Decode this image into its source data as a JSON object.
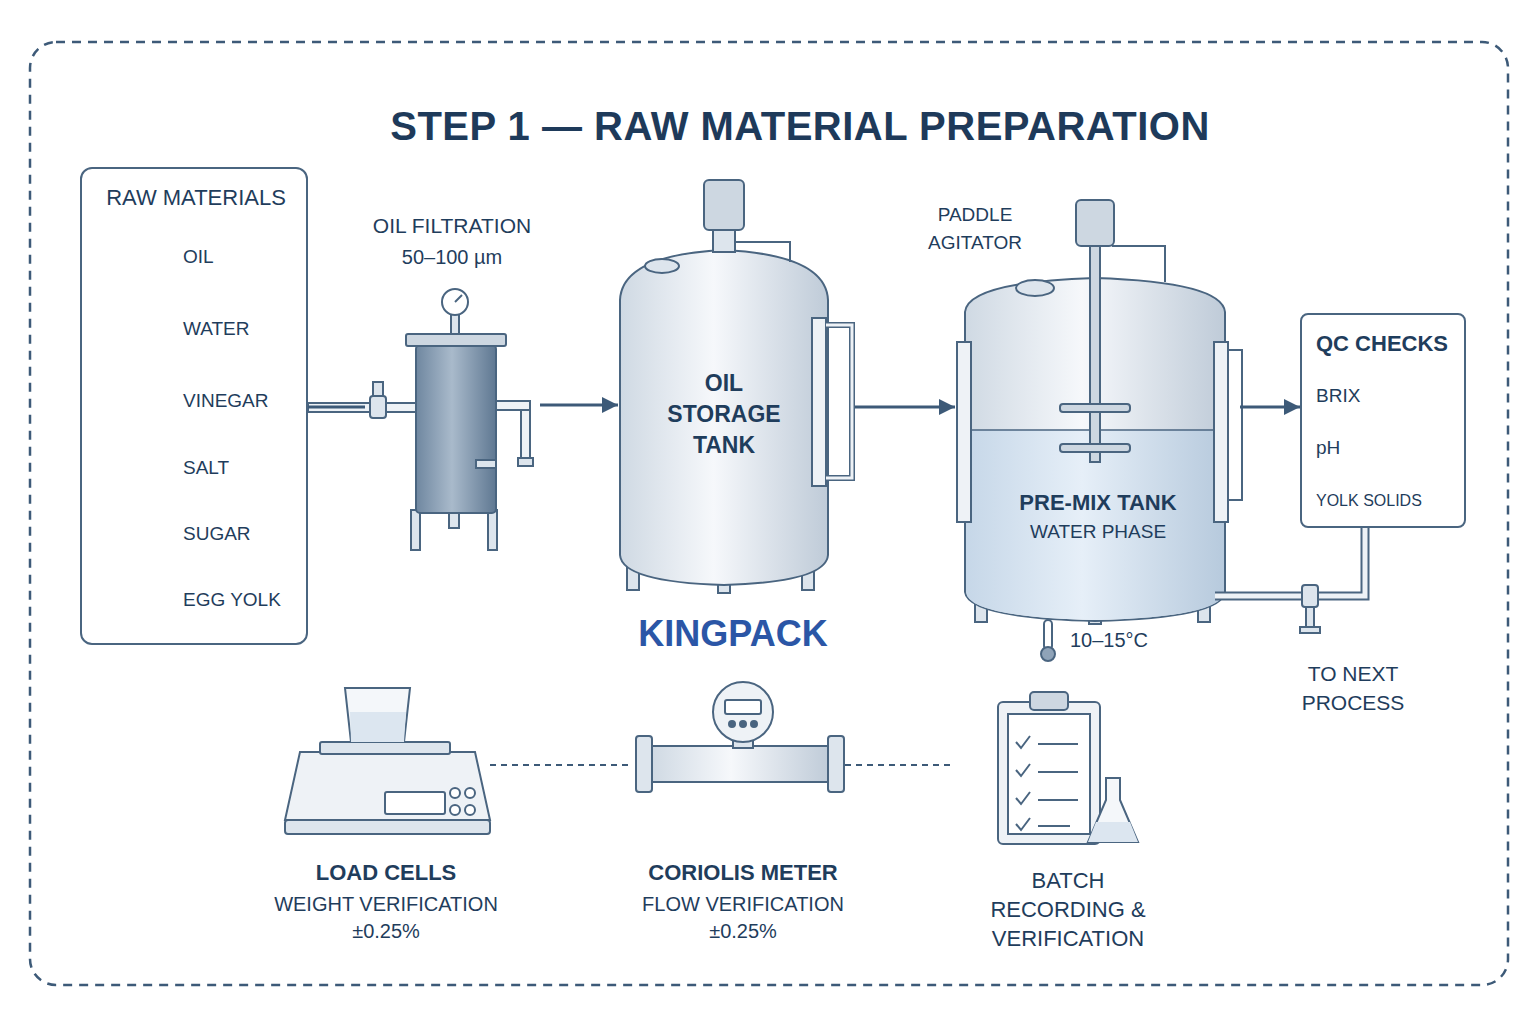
{
  "diagram": {
    "title": "STEP 1 — RAW MATERIAL PREPARATION",
    "nodes": [
      {
        "text": [
          "RAW MATERIALS"
        ]
      },
      {
        "text": [
          "OIL FILTRATION",
          "50–100 µm"
        ]
      },
      {
        "text": [
          "OIL STORAGE TANK"
        ]
      },
      {
        "text": [
          "PRE-MIX TANK",
          "WATER PHASE"
        ]
      },
      {
        "text": [
          "QC CHECKS",
          "BRIX",
          "pH",
          "YOLK SOLIDS"
        ]
      },
      {
        "text": [
          "LOAD CELLS",
          "WEIGHT VERIFICATION",
          "±0.25%"
        ]
      },
      {
        "text": [
          "CORIOLIS METER",
          "FLOW VERIFICATION",
          "±0.25%"
        ]
      },
      {
        "text": [
          "BATCH RECORDING & VERIFICATION"
        ]
      }
    ],
    "edges": [
      {
        "from": 0,
        "to": 1,
        "arrow": "none"
      },
      {
        "from": 1,
        "to": 2,
        "arrow": "to"
      },
      {
        "from": 2,
        "to": 3,
        "arrow": "to"
      },
      {
        "from": 3,
        "to": 4,
        "arrow": "to"
      },
      {
        "from": 5,
        "to": 6,
        "arrow": "none"
      },
      {
        "from": 6,
        "to": 7,
        "arrow": "none"
      }
    ],
    "labels": [
      "OIL",
      "WATER",
      "VINEGAR",
      "SALT",
      "SUGAR",
      "EGG YOLK",
      "PADDLE AGITATOR",
      "KINGPACK",
      "10–15°C",
      "TO NEXT PROCESS"
    ]
  }
}
